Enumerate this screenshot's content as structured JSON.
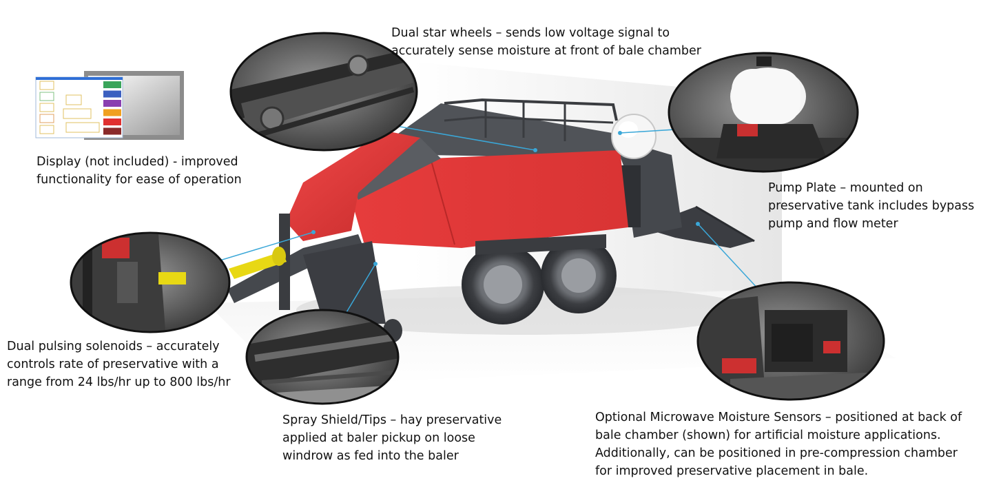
{
  "callouts": {
    "star_wheels": [
      "Dual star wheels – sends low voltage signal to",
      "accurately sense moisture at front of bale chamber"
    ],
    "display": [
      "Display (not included) - improved",
      "functionality for ease of operation"
    ],
    "pump_plate": [
      "Pump Plate – mounted on",
      "preservative tank includes bypass",
      "pump and flow meter"
    ],
    "solenoids": [
      "Dual pulsing solenoids – accurately",
      "controls rate of preservative with a",
      "range from 24 lbs/hr up to 800 lbs/hr"
    ],
    "spray_shield": [
      "Spray Shield/Tips – hay preservative",
      "applied at baler pickup on loose",
      "windrow as fed into the baler"
    ],
    "microwave": [
      "Optional Microwave Moisture Sensors – positioned at back of",
      "bale chamber (shown) for artificial moisture applications.",
      "Additionally, can be positioned in pre-compression chamber",
      "for improved preservative placement in bale."
    ]
  },
  "colors": {
    "baler_red": "#e83a3a",
    "baler_dark": "#4a4d52",
    "leader_line": "#3aa7d8",
    "pto_yellow": "#e8d814",
    "text": "#111111"
  },
  "display_buttons": [
    "#3aa55a",
    "#3b5fc0",
    "#8a3fb0",
    "#f0a020",
    "#e03030",
    "#8a2a2a"
  ],
  "icons": [
    "baler-illustration",
    "display-monitor-icon",
    "tank-icon",
    "tire-icon"
  ]
}
